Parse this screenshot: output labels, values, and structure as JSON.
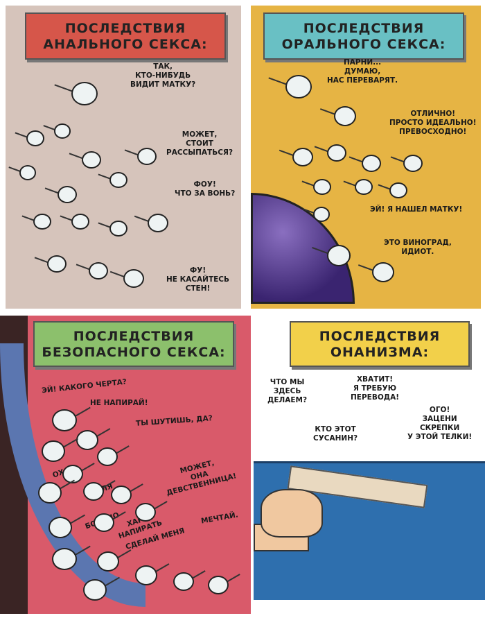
{
  "panels": [
    {
      "title": [
        "ПОСЛЕДСТВИЯ",
        "АНАЛЬНОГО СЕКСА:"
      ],
      "bubbles": [
        "ТАК,\nКТО-НИБУДЬ\nВИДИТ МАТКУ?",
        "МОЖЕТ,\nСТОИТ\nРАССЫПАТЬСЯ?",
        "ФОУ!\nЧТО ЗА ВОНЬ?",
        "ФУ!\nНЕ КАСАЙТЕСЬ\nСТЕН!"
      ]
    },
    {
      "title": [
        "ПОСЛЕДСТВИЯ",
        "ОРАЛЬНОГО СЕКСА:"
      ],
      "bubbles": [
        "ПАРНИ...\nДУМАЮ,\nНАС ПЕРЕВАРЯТ.",
        "ОТЛИЧНО!\nПРОСТО ИДЕАЛЬНО!\nПРЕВОСХОДНО!",
        "ЭЙ! Я НАШЕЛ МАТКУ!",
        "ЭТО ВИНОГРАД,\nИДИОТ."
      ]
    },
    {
      "title": [
        "ПОСЛЕДСТВИЯ",
        "БЕЗОПАСНОГО СЕКСА:"
      ],
      "bubbles": [
        "ЭЙ! КАКОГО ЧЕРТА?",
        "НЕ НАПИРАЙ!",
        "ТЫ ШУТИШЬ, ДА?",
        "ОХ",
        "МЛЯ",
        "БОЛЬНО",
        "ХАРЭ\nНАПИРАТЬ",
        "СДЕЛАЙ МЕНЯ",
        "МОЖЕТ,\nОНА\nДЕВСТВЕННИЦА!",
        "МЕЧТАЙ."
      ]
    },
    {
      "title": [
        "ПОСЛЕДСТВИЯ",
        "ОНАНИЗМА:"
      ],
      "bubbles": [
        "ЧТО МЫ\nЗДЕСЬ\nДЕЛАЕМ?",
        "ХВАТИТ!\nЯ ТРЕБУЮ\nПЕРЕВОДА!",
        "КТО ЭТОТ\nСУСАНИН?",
        "ОГО!\nЗАЦЕНИ\nСКРЕПКИ\nУ ЭТОЙ ТЕЛКИ!"
      ]
    }
  ]
}
